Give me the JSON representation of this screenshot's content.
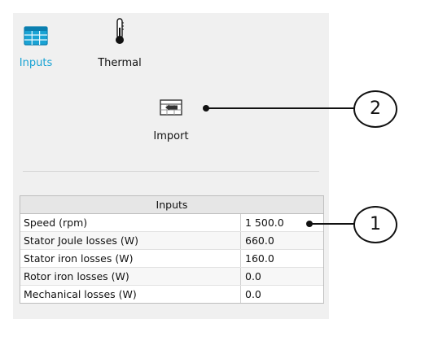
{
  "tabs": [
    {
      "label": "Inputs",
      "icon": "table-icon",
      "active": true
    },
    {
      "label": "Thermal",
      "icon": "thermometer-icon",
      "active": false
    }
  ],
  "import_button": {
    "label": "Import",
    "icon": "import-icon"
  },
  "inputs_table": {
    "header": "Inputs",
    "rows": [
      {
        "name": "Speed (rpm)",
        "value": "1 500.0"
      },
      {
        "name": "Stator Joule losses (W)",
        "value": "660.0"
      },
      {
        "name": "Stator iron losses (W)",
        "value": "160.0"
      },
      {
        "name": "Rotor iron losses (W)",
        "value": "0.0"
      },
      {
        "name": "Mechanical losses (W)",
        "value": "0.0"
      }
    ]
  },
  "callouts": [
    {
      "number": "1"
    },
    {
      "number": "2"
    }
  ],
  "colors": {
    "accent": "#1aa3d4",
    "panel_bg": "#f0f0f0"
  }
}
